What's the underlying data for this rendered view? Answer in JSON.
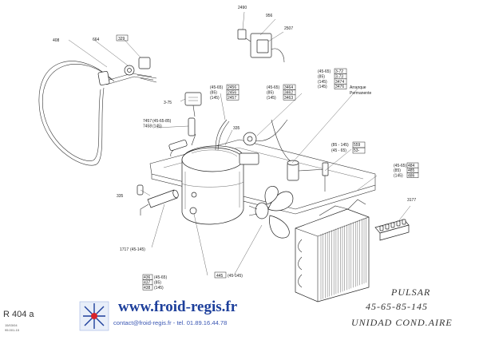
{
  "labels": {
    "p2490": "2490",
    "p956": "956",
    "p2507": "2507",
    "p408": "408",
    "p664": "664",
    "p329": "329",
    "p375": "3-75",
    "p335a": "335",
    "p335b": "335",
    "p1717": "1717",
    "p1717s": "(45-145)",
    "p445": "445",
    "p445s": "(45-145)"
  },
  "groups": {
    "caps": [
      {
        "pre": "(45-65)",
        "num": "2456"
      },
      {
        "pre": "(85)",
        "num": "2456"
      },
      {
        "pre": "(145)",
        "num": "2457"
      }
    ],
    "relay": [
      {
        "pre": "(45-65)",
        "num": "3464"
      },
      {
        "pre": "(85)",
        "num": "3462"
      },
      {
        "pre": "(145)",
        "num": "3463"
      }
    ],
    "start": [
      {
        "pre": "(45-65)",
        "num": "3-72"
      },
      {
        "pre": "(85)",
        "num": "3-73"
      },
      {
        "pre": "(145)",
        "num": "3474"
      },
      {
        "pre": "(145)",
        "num": "3476"
      }
    ],
    "start_note": [
      "Arranque",
      "Permanente"
    ],
    "valve": [
      {
        "pre": "7457",
        "num": "(45-65-85)"
      },
      {
        "pre": "7458",
        "num": "(145)"
      }
    ],
    "dryer": [
      {
        "pre": "(85 - 145)",
        "num": "559"
      },
      {
        "pre": "(45 - 65)",
        "num": "53-"
      }
    ],
    "fan": [
      {
        "pre": "(45-65)",
        "num": "484"
      },
      {
        "pre": "(85)",
        "num": "485"
      },
      {
        "pre": "(145)",
        "num": "486"
      }
    ],
    "comp": [
      {
        "pre": "436",
        "num": "(45-65)"
      },
      {
        "pre": "437",
        "num": "(85)"
      },
      {
        "pre": "438",
        "num": "(145)"
      }
    ],
    "p3177": "3177"
  },
  "title": {
    "line1": "PULSAR",
    "line2": "45-65-85-145",
    "line3": "UNIDAD   COND.AIRE"
  },
  "refcode": "R 404 a",
  "refsmall1": "15/03/04",
  "refsmall2": "95.001-15",
  "brand": {
    "url": "www.froid-regis.fr",
    "contact": "contact@froid-regis.fr - tel. 01.89.16.44.78",
    "logo_color": "#1d3f9b",
    "logo_red": "#d8232a"
  }
}
